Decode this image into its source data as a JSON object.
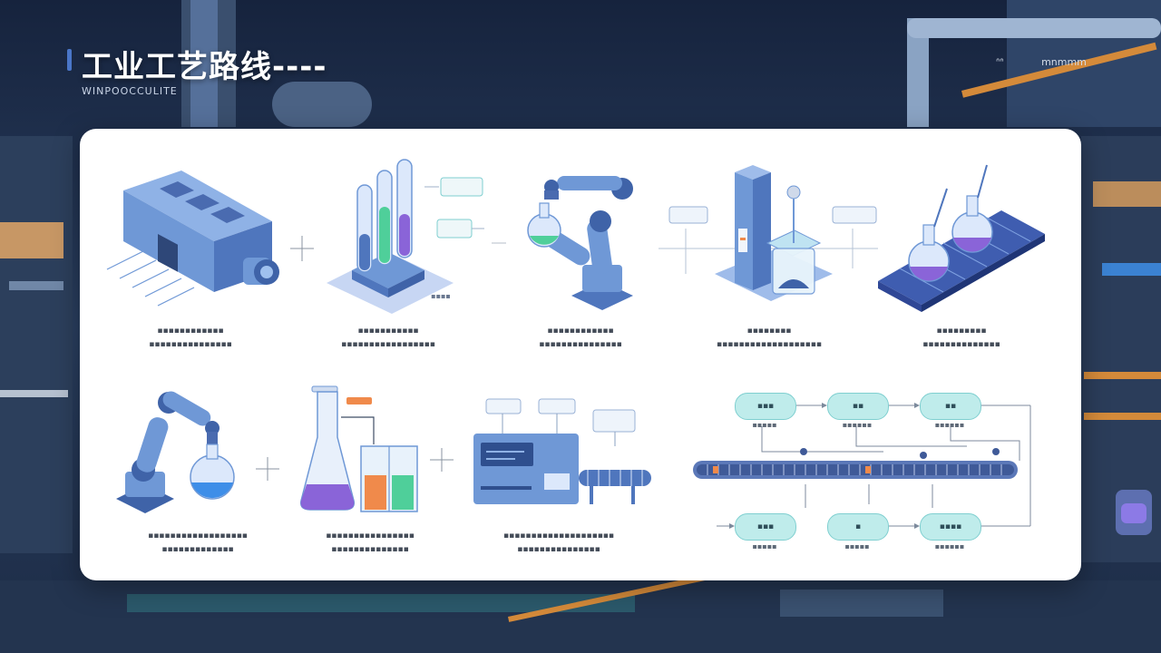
{
  "header": {
    "title": "工业工艺路线----",
    "subtitle": "WINPOOCCULITE",
    "top_right_left": "ᐢᐢ",
    "top_right_right": "mnmmm"
  },
  "steps": [
    {
      "id": "step-1",
      "line1": "▪▪▪▪▪▪▪▪▪▪▪▪",
      "line2": "▪▪▪▪▪▪▪▪▪▪▪▪▪▪▪"
    },
    {
      "id": "step-2",
      "line1": "▪▪▪▪▪▪▪▪▪▪▪",
      "line2": "▪▪▪▪▪▪▪▪▪▪▪▪▪▪▪▪▪",
      "tag": "▪▪▪▪"
    },
    {
      "id": "step-3",
      "line1": "▪▪▪▪▪▪▪▪▪▪▪▪",
      "line2": "▪▪▪▪▪▪▪▪▪▪▪▪▪▪▪"
    },
    {
      "id": "step-4",
      "line1": "▪▪▪▪▪▪▪▪",
      "line2": "▪▪▪▪▪▪▪▪▪▪▪▪▪▪▪▪▪▪▪"
    },
    {
      "id": "step-5",
      "line1": "▪▪▪▪▪▪▪▪▪",
      "line2": "▪▪▪▪▪▪▪▪▪▪▪▪▪▪"
    },
    {
      "id": "step-6",
      "line1": "▪▪▪▪▪▪▪▪▪▪▪▪▪▪▪▪▪▪",
      "line2": "▪▪▪▪▪▪▪▪▪▪▪▪▪"
    },
    {
      "id": "step-7",
      "line1": "▪▪▪▪▪▪▪▪▪▪▪▪▪▪▪▪",
      "line2": "▪▪▪▪▪▪▪▪▪▪▪▪▪▪"
    },
    {
      "id": "step-8",
      "line1": "▪▪▪▪▪▪▪▪▪▪▪▪▪▪▪▪▪▪▪▪",
      "line2": "▪▪▪▪▪▪▪▪▪▪▪▪▪▪▪"
    }
  ],
  "flow": {
    "top_nodes": [
      {
        "label": "▪▪▪",
        "sub": "▪▪▪▪▪"
      },
      {
        "label": "▪▪",
        "sub": "▪▪▪▪▪▪"
      },
      {
        "label": "▪▪",
        "sub": "▪▪▪▪▪▪"
      }
    ],
    "bottom_nodes": [
      {
        "label": "▪▪▪",
        "sub": "▪▪▪▪▪"
      },
      {
        "label": "▪",
        "sub": "▪▪▪▪▪"
      },
      {
        "label": "▪▪▪▪",
        "sub": "▪▪▪▪▪▪"
      }
    ]
  },
  "colors": {
    "machine_blue": "#6f98d6",
    "machine_dark": "#3f63a8",
    "accent_green": "#4fcf9a",
    "accent_purple": "#8a64d8",
    "accent_orange": "#f08a4b",
    "node_fill": "#bfeceb"
  }
}
